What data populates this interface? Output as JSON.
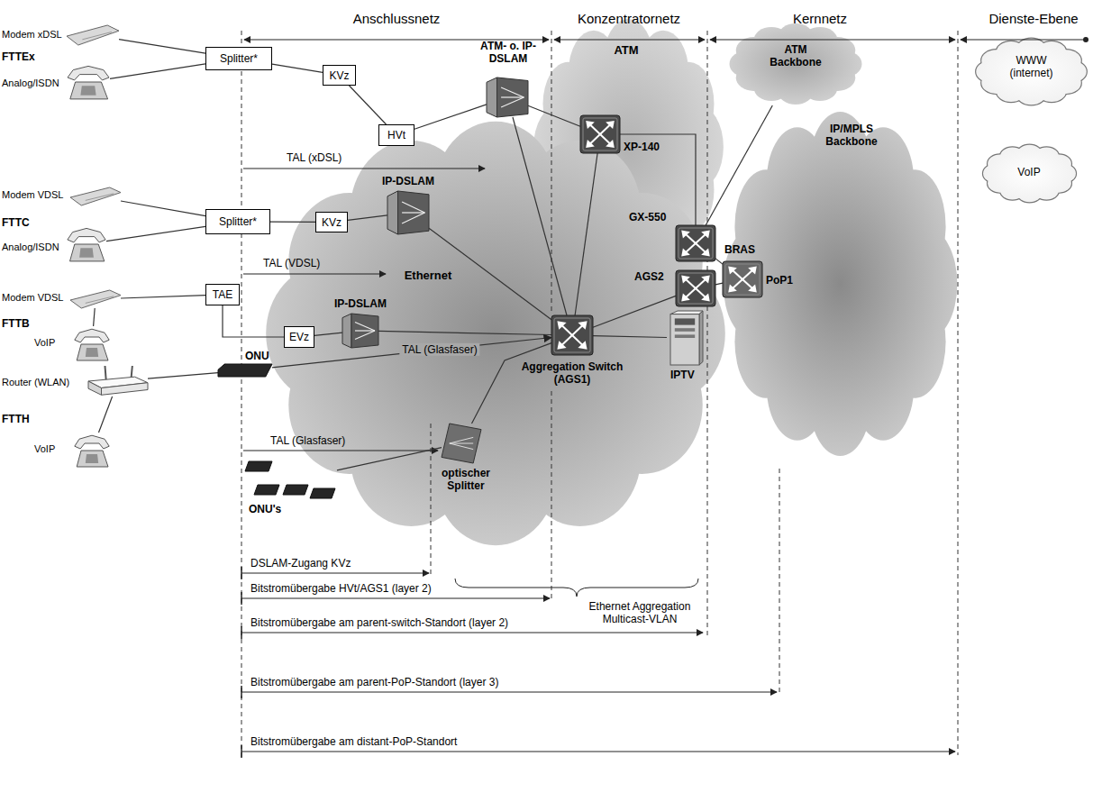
{
  "diagram": {
    "nodes": [
      {
        "text": [
          "Modem xDSL"
        ]
      },
      {
        "text": [
          "Analog/ISDN"
        ]
      },
      {
        "text": [
          "Splitter*"
        ]
      },
      {
        "text": [
          "KVz"
        ]
      },
      {
        "text": [
          "HVt"
        ]
      },
      {
        "text": [
          "ATM- o. IP-DSLAM"
        ]
      },
      {
        "text": [
          "ATM"
        ]
      },
      {
        "text": [
          "XP-140"
        ],
        "in": 6
      },
      {
        "text": [
          "GX-550"
        ],
        "in": 6
      },
      {
        "text": [
          "ATM Backbone"
        ]
      },
      {
        "text": [
          "WWW (internet)"
        ]
      },
      {
        "text": [
          "Modem VDSL"
        ]
      },
      {
        "text": [
          "Analog/ISDN"
        ]
      },
      {
        "text": [
          "Splitter*"
        ]
      },
      {
        "text": [
          "KVz"
        ]
      },
      {
        "text": [
          "Ethernet"
        ]
      },
      {
        "text": [
          "IP-DSLAM"
        ],
        "in": 15
      },
      {
        "text": [
          "AGS2"
        ],
        "in": 15
      },
      {
        "text": [
          "IP/MPLS Backbone"
        ]
      },
      {
        "text": [
          "BRAS",
          "PoP1"
        ],
        "in": 18
      },
      {
        "text": [
          "VoIP"
        ]
      },
      {
        "text": [
          "Modem VDSL"
        ]
      },
      {
        "text": [
          "TAE"
        ]
      },
      {
        "text": [
          "VoIP"
        ]
      },
      {
        "text": [
          "EVz"
        ]
      },
      {
        "text": [
          "IP-DSLAM"
        ],
        "in": 15
      },
      {
        "text": [
          "ONU"
        ]
      },
      {
        "text": [
          "Router (WLAN)"
        ]
      },
      {
        "text": [
          "Aggregation Switch (AGS1)"
        ],
        "in": 15
      },
      {
        "text": [
          "IPTV"
        ],
        "in": 15
      },
      {
        "text": [
          "VoIP"
        ]
      },
      {
        "text": [
          "optischer Splitter"
        ],
        "in": 15
      },
      {
        "text": [
          "ONU's"
        ]
      }
    ],
    "edges": [
      {
        "from": 0,
        "to": 2,
        "arrow": "none"
      },
      {
        "from": 1,
        "to": 2,
        "arrow": "none"
      },
      {
        "from": 2,
        "to": 3,
        "arrow": "none"
      },
      {
        "from": 3,
        "to": 4,
        "arrow": "none"
      },
      {
        "from": 4,
        "to": 5,
        "arrow": "none"
      },
      {
        "from": 5,
        "to": 7,
        "arrow": "none"
      },
      {
        "from": 5,
        "to": 28,
        "arrow": "none"
      },
      {
        "from": 7,
        "to": 8,
        "arrow": "none"
      },
      {
        "from": 7,
        "to": 28,
        "arrow": "none"
      },
      {
        "from": 8,
        "to": 9,
        "arrow": "none"
      },
      {
        "from": 8,
        "to": 19,
        "arrow": "none"
      },
      {
        "from": 11,
        "to": 13,
        "arrow": "none"
      },
      {
        "from": 12,
        "to": 13,
        "arrow": "none"
      },
      {
        "from": 13,
        "to": 14,
        "arrow": "none"
      },
      {
        "from": 14,
        "to": 16,
        "arrow": "none"
      },
      {
        "from": 16,
        "to": 28,
        "arrow": "none"
      },
      {
        "from": 17,
        "to": 19,
        "arrow": "none"
      },
      {
        "from": 28,
        "to": 17,
        "arrow": "none"
      },
      {
        "from": 21,
        "to": 22,
        "arrow": "none"
      },
      {
        "from": 23,
        "to": 21,
        "arrow": "none"
      },
      {
        "from": 22,
        "to": 24,
        "arrow": "none"
      },
      {
        "from": 24,
        "to": 25,
        "arrow": "none"
      },
      {
        "from": 25,
        "to": 28,
        "arrow": "none"
      },
      {
        "from": 27,
        "to": 26,
        "arrow": "none"
      },
      {
        "from": 30,
        "to": 27,
        "arrow": "none"
      },
      {
        "from": 26,
        "to": 28,
        "label": "TAL (Glasfaser)",
        "arrow": "to"
      },
      {
        "from": 28,
        "to": 29,
        "arrow": "none"
      },
      {
        "from": 32,
        "to": 31,
        "arrow": "none"
      },
      {
        "from": 31,
        "to": 28,
        "arrow": "none"
      }
    ],
    "labels": [
      "Anschlussnetz",
      "Konzentratornetz",
      "Kernnetz",
      "Dienste-Ebene",
      "FTTEx",
      "TAL (xDSL)",
      "FTTC",
      "TAL (VDSL)",
      "FTTB",
      "FTTH",
      "TAL (Glasfaser)",
      "DSLAM-Zugang KVz",
      "Bitstromübergabe HVt/AGS1 (layer 2)",
      "Ethernet Aggregation Multicast-VLAN",
      "Bitstromübergabe am parent-switch-Standort (layer 2)",
      "Bitstromübergabe am parent-PoP-Standort (layer 3)",
      "Bitstromübergabe am distant-PoP-Standort"
    ]
  }
}
